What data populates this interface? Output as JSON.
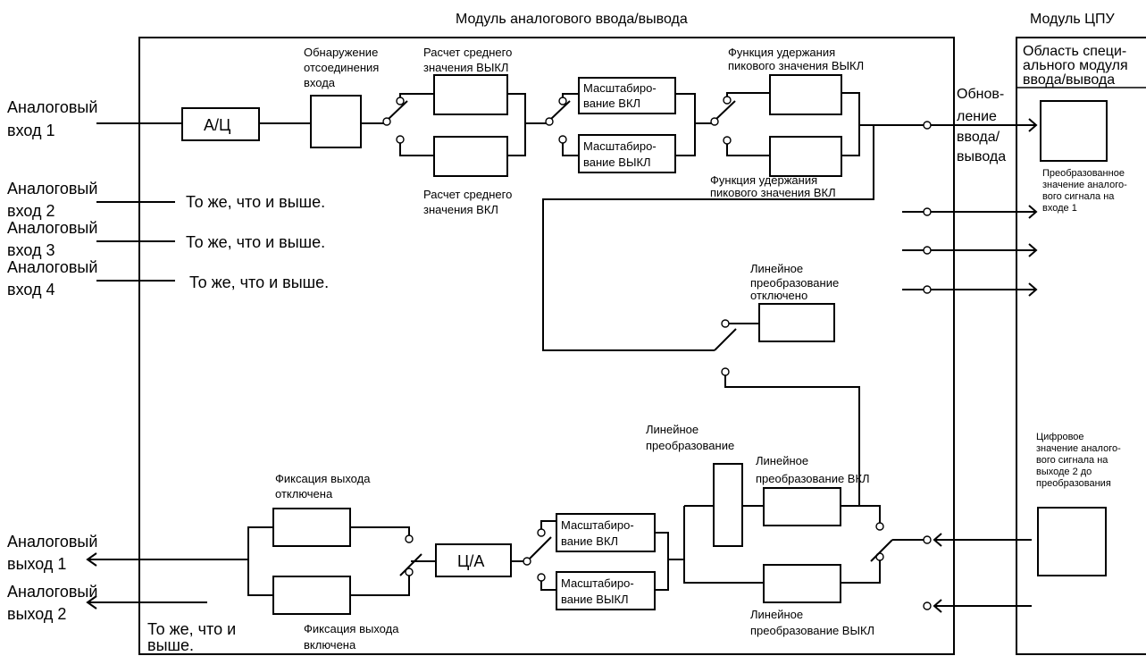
{
  "header": {
    "io_module_title": "Модуль аналогового ввода/вывода",
    "cpu_module_title": "Модуль ЦПУ"
  },
  "inputs": {
    "in1": [
      "Аналоговый",
      "вход 1"
    ],
    "in2": [
      "Аналоговый",
      "вход 2"
    ],
    "in3": [
      "Аналоговый",
      "вход 3"
    ],
    "in4": [
      "Аналоговый",
      "вход 4"
    ],
    "same_as_above": "То же, что и выше."
  },
  "outputs": {
    "out1": [
      "Аналоговый",
      "выход 1"
    ],
    "out2": [
      "Аналоговый",
      "выход 2"
    ],
    "same_as_above": [
      "То же, что и",
      "выше."
    ]
  },
  "blocks": {
    "adc": "А/Ц",
    "dac": "Ц/А",
    "disconnect_detection": [
      "Обнаружение",
      "отсоединения",
      "входа"
    ],
    "avg_off": [
      "Расчет среднего",
      "значения ВЫКЛ"
    ],
    "avg_on": [
      "Расчет среднего",
      "значения ВКЛ"
    ],
    "scaling_on": [
      "Масштабиро-",
      "вание ВКЛ"
    ],
    "scaling_off": [
      "Масштабиро-",
      "вание ВЫКЛ"
    ],
    "peak_hold_off": [
      "Функция удержания",
      "пикового значения ВЫКЛ"
    ],
    "peak_hold_on": [
      "Функция удержания",
      "пикового значения ВКЛ"
    ],
    "io_refresh": [
      "Обнов-",
      "ление",
      "ввода/",
      "вывода"
    ],
    "linear_conv_disabled": [
      "Линейное",
      "преобразование",
      "отключено"
    ],
    "linear_conv": [
      "Линейное",
      "преобразование"
    ],
    "linear_conv_on": [
      "Линейное",
      "преобразование ВКЛ"
    ],
    "linear_conv_off": [
      "Линейное",
      "преобразование ВЫКЛ"
    ],
    "output_hold_off": [
      "Фиксация выхода",
      "отключена"
    ],
    "output_hold_on": [
      "Фиксация выхода",
      "включена"
    ]
  },
  "cpu": {
    "special_area": [
      "Область специ-",
      "ального модуля",
      "ввода/вывода"
    ],
    "converted_value": [
      "Преобразованное",
      "значение аналого-",
      "вого сигнала на",
      "входе 1"
    ],
    "digital_value": [
      "Цифровое",
      "значение аналого-",
      "вого сигнала на",
      "выходе 2 до",
      "преобразования"
    ]
  }
}
